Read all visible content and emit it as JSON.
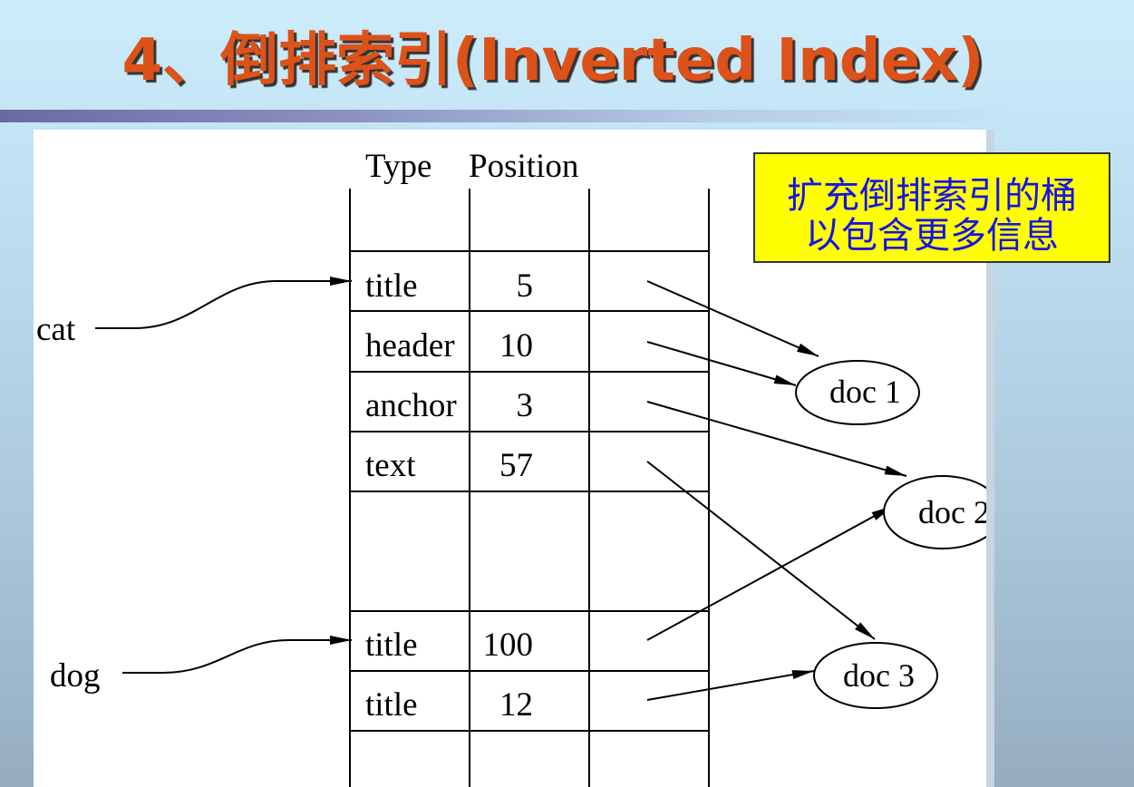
{
  "slide": {
    "title": "4、倒排索引(Inverted Index)"
  },
  "diagram": {
    "column_headers": [
      "Type",
      "Position"
    ],
    "terms": [
      {
        "term": "cat",
        "postings": [
          {
            "type": "title",
            "position": 5
          },
          {
            "type": "header",
            "position": 10
          },
          {
            "type": "anchor",
            "position": 3
          },
          {
            "type": "text",
            "position": 57
          }
        ]
      },
      {
        "term": "dog",
        "postings": [
          {
            "type": "title",
            "position": 100
          },
          {
            "type": "title",
            "position": 12
          }
        ]
      }
    ],
    "documents": [
      "doc 1",
      "doc 2",
      "doc 3"
    ]
  },
  "callout": {
    "lines": [
      "扩充倒排索引的桶",
      "以包含更多信息"
    ]
  },
  "colors": {
    "title": "#dd5219",
    "title_shadow": "#333333",
    "callout_background": "#ffff00",
    "callout_text": "#1414e6"
  }
}
